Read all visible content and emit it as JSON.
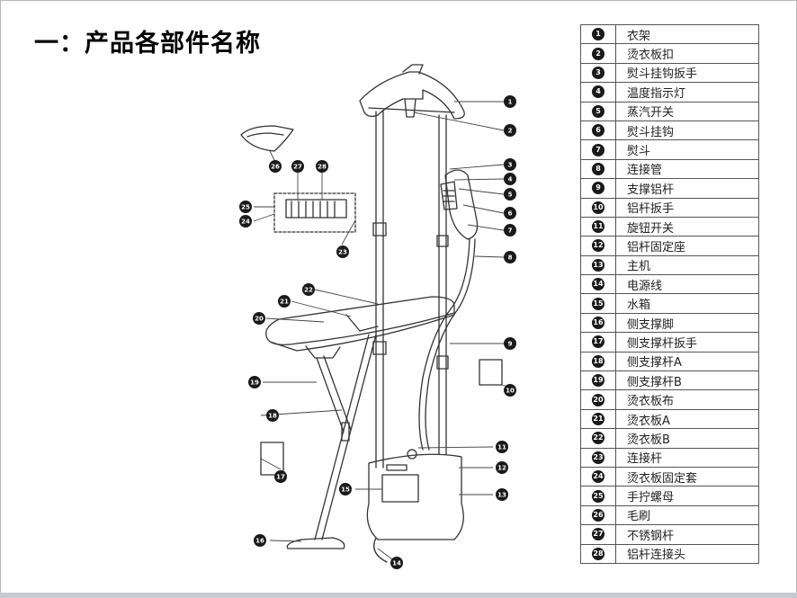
{
  "title": "一：产品各部件名称",
  "parts": [
    {
      "num": "1",
      "name": "衣架"
    },
    {
      "num": "2",
      "name": "烫衣板扣"
    },
    {
      "num": "3",
      "name": "熨斗挂钩扳手"
    },
    {
      "num": "4",
      "name": "温度指示灯"
    },
    {
      "num": "5",
      "name": "蒸汽开关"
    },
    {
      "num": "6",
      "name": "熨斗挂钩"
    },
    {
      "num": "7",
      "name": "熨斗"
    },
    {
      "num": "8",
      "name": "连接管"
    },
    {
      "num": "9",
      "name": "支撑铝杆"
    },
    {
      "num": "10",
      "name": "铝杆扳手"
    },
    {
      "num": "11",
      "name": "旋钮开关"
    },
    {
      "num": "12",
      "name": "铝杆固定座"
    },
    {
      "num": "13",
      "name": "主机"
    },
    {
      "num": "14",
      "name": "电源线"
    },
    {
      "num": "15",
      "name": "水箱"
    },
    {
      "num": "16",
      "name": "侧支撑脚"
    },
    {
      "num": "17",
      "name": "侧支撑杆扳手"
    },
    {
      "num": "18",
      "name": "侧支撑杆A"
    },
    {
      "num": "19",
      "name": "侧支撑杆B"
    },
    {
      "num": "20",
      "name": "烫衣板布"
    },
    {
      "num": "21",
      "name": "烫衣板A"
    },
    {
      "num": "22",
      "name": "烫衣板B"
    },
    {
      "num": "23",
      "name": "连接杆"
    },
    {
      "num": "24",
      "name": "烫衣板固定套"
    },
    {
      "num": "25",
      "name": "手拧螺母"
    },
    {
      "num": "26",
      "name": "毛刷"
    },
    {
      "num": "27",
      "name": "不锈钢杆"
    },
    {
      "num": "28",
      "name": "铝杆连接头"
    }
  ]
}
